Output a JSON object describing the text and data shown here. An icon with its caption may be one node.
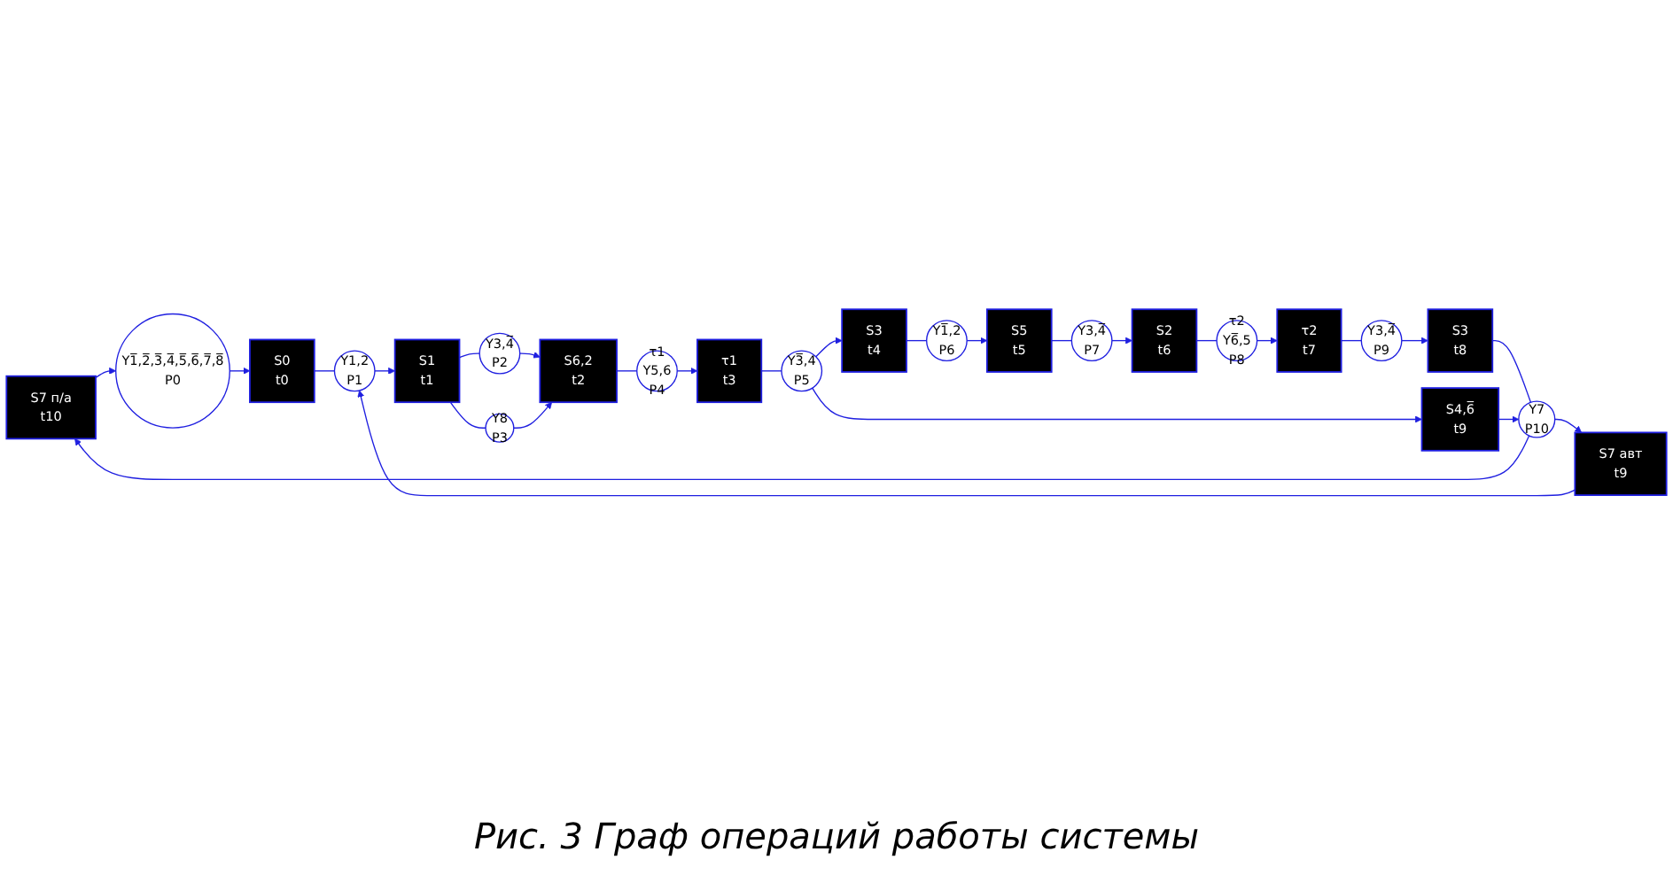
{
  "diagram": {
    "caption": "Рис. 3 Граф операций работы системы",
    "nodes": [
      {
        "text": [
          "S7 п/а",
          "t10"
        ]
      },
      {
        "text": [
          "S7 авт",
          "t9"
        ]
      },
      {
        "text": [
          "Y1̅,2̅,3̅,4̅,5̅,6̅,7̅,8̅",
          "P0"
        ]
      },
      {
        "text": [
          "S0",
          "t0"
        ]
      },
      {
        "text": [
          "Y1,2",
          "P1"
        ]
      },
      {
        "text": [
          "S1",
          "t1"
        ]
      },
      {
        "text": [
          "Y3,4̅",
          "P2"
        ]
      },
      {
        "text": [
          "Y8",
          "P3"
        ]
      },
      {
        "text": [
          "S6,2",
          "t2"
        ]
      },
      {
        "text": [
          "τ1",
          "Y5,6",
          "P4"
        ]
      },
      {
        "text": [
          "τ1",
          "t3"
        ]
      },
      {
        "text": [
          "Y3̅,4",
          "P5"
        ]
      },
      {
        "text": [
          "S3",
          "t4"
        ]
      },
      {
        "text": [
          "Y1̅,2",
          "P6"
        ]
      },
      {
        "text": [
          "S5",
          "t5"
        ]
      },
      {
        "text": [
          "Y3,4̅",
          "P7"
        ]
      },
      {
        "text": [
          "S2",
          "t6"
        ]
      },
      {
        "text": [
          "τ2",
          "Y6̅,5",
          "P8"
        ]
      },
      {
        "text": [
          "τ2",
          "t7"
        ]
      },
      {
        "text": [
          "Y3,4̅",
          "P9"
        ]
      },
      {
        "text": [
          "S3",
          "t8"
        ]
      },
      {
        "text": [
          "Y7",
          "P10"
        ]
      },
      {
        "text": [
          "S4,6̅",
          "t9"
        ]
      }
    ],
    "edges": [
      {
        "from": 2,
        "to": 3,
        "arrow": "to"
      },
      {
        "from": 3,
        "to": 4,
        "arrow": "none"
      },
      {
        "from": 4,
        "to": 5,
        "arrow": "to"
      },
      {
        "from": 5,
        "to": 6,
        "arrow": "none"
      },
      {
        "from": 5,
        "to": 7,
        "arrow": "none"
      },
      {
        "from": 6,
        "to": 8,
        "arrow": "to"
      },
      {
        "from": 7,
        "to": 8,
        "arrow": "to"
      },
      {
        "from": 8,
        "to": 9,
        "arrow": "none"
      },
      {
        "from": 9,
        "to": 10,
        "arrow": "to"
      },
      {
        "from": 10,
        "to": 11,
        "arrow": "none"
      },
      {
        "from": 11,
        "to": 12,
        "arrow": "to"
      },
      {
        "from": 12,
        "to": 13,
        "arrow": "none"
      },
      {
        "from": 13,
        "to": 14,
        "arrow": "to"
      },
      {
        "from": 14,
        "to": 15,
        "arrow": "none"
      },
      {
        "from": 15,
        "to": 16,
        "arrow": "to"
      },
      {
        "from": 16,
        "to": 17,
        "arrow": "none"
      },
      {
        "from": 17,
        "to": 18,
        "arrow": "to"
      },
      {
        "from": 18,
        "to": 19,
        "arrow": "none"
      },
      {
        "from": 19,
        "to": 20,
        "arrow": "to"
      },
      {
        "from": 20,
        "to": 21,
        "arrow": "none"
      },
      {
        "from": 21,
        "to": 1,
        "arrow": "to"
      },
      {
        "from": 1,
        "to": 4,
        "arrow": "to"
      },
      {
        "from": 21,
        "to": 0,
        "arrow": "to"
      },
      {
        "from": 0,
        "to": 2,
        "arrow": "to"
      },
      {
        "from": 11,
        "to": 22,
        "arrow": "to"
      },
      {
        "from": 22,
        "to": 21,
        "arrow": "to"
      }
    ]
  }
}
